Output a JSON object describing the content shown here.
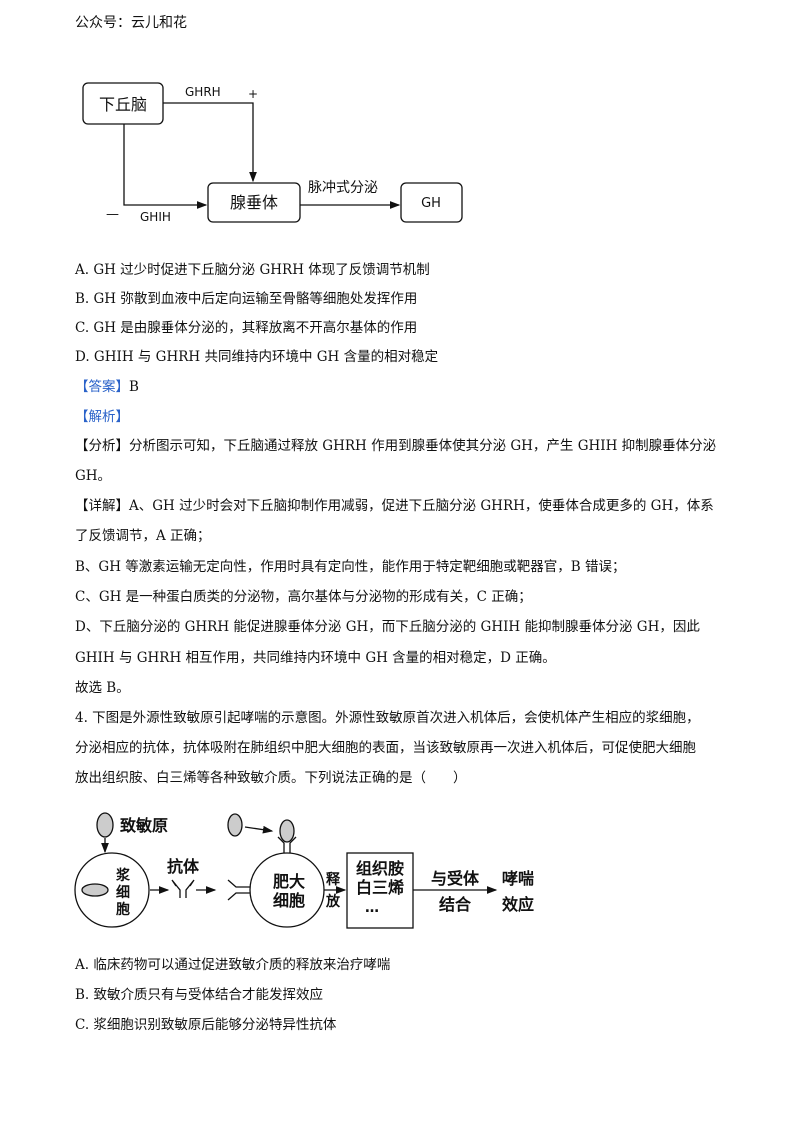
{
  "header": "公众号：云儿和花",
  "diagram1": {
    "hypothalamus": "下丘脑",
    "ghrh": "GHRH",
    "plus": "+",
    "minus": "—",
    "ghih": "GHIH",
    "pituitary": "腺垂体",
    "pulse": "脉冲式分泌",
    "gh": "GH"
  },
  "q3_options": [
    "A.  GH 过少时促进下丘脑分泌 GHRH 体现了反馈调节机制",
    "B.  GH 弥散到血液中后定向运输至骨骼等细胞处发挥作用",
    "C.  GH 是由腺垂体分泌的，其释放离不开高尔基体的作用",
    "D.  GHIH 与 GHRH 共同维持内环境中 GH 含量的相对稳定"
  ],
  "answer_tag": "【答案】",
  "answer": "B",
  "analysis_tag": "【解析】",
  "explanation": [
    "【分析】分析图示可知，下丘脑通过释放 GHRH 作用到腺垂体使其分泌 GH，产生 GHIH 抑制腺垂体分泌",
    "GH。",
    "【详解】A、GH 过少时会对下丘脑抑制作用减弱，促进下丘脑分泌 GHRH，使垂体合成更多的 GH，体系",
    "了反馈调节，A 正确；",
    "B、GH 等激素运输无定向性，作用时具有定向性，能作用于特定靶细胞或靶器官，B 错误；",
    "C、GH 是一种蛋白质类的分泌物，高尔基体与分泌物的形成有关，C 正确；",
    "D、下丘脑分泌的 GHRH 能促进腺垂体分泌 GH，而下丘脑分泌的 GHIH 能抑制腺垂体分泌 GH，因此",
    "GHIH 与 GHRH 相互作用，共同维持内环境中 GH 含量的相对稳定，D 正确。",
    "故选 B。"
  ],
  "q4_stem": [
    "4.  下图是外源性致敏原引起哮喘的示意图。外源性致敏原首次进入机体后，会使机体产生相应的浆细胞，",
    "分泌相应的抗体，抗体吸附在肺组织中肥大细胞的表面，当该致敏原再一次进入机体后，可促使肥大细胞",
    "放出组织胺、白三烯等各种致敏介质。下列说法正确的是（　　）"
  ],
  "diagram2": {
    "allergen": "致敏原",
    "plasma_cell": [
      "浆",
      "细",
      "胞"
    ],
    "antibody": "抗体",
    "mast_cell": [
      "肥大",
      "细胞"
    ],
    "release": [
      "释",
      "放"
    ],
    "mediators": [
      "组织胺",
      "白三烯",
      "…"
    ],
    "bind": [
      "与受体",
      "结合"
    ],
    "effect": [
      "哮喘",
      "效应"
    ]
  },
  "q4_options": [
    "A.  临床药物可以通过促进致敏介质的释放来治疗哮喘",
    "B.  致敏介质只有与受体结合才能发挥效应",
    "C.  浆细胞识别致敏原后能够分泌特异性抗体"
  ],
  "colors": {
    "tag_blue": "#2a62c9"
  }
}
